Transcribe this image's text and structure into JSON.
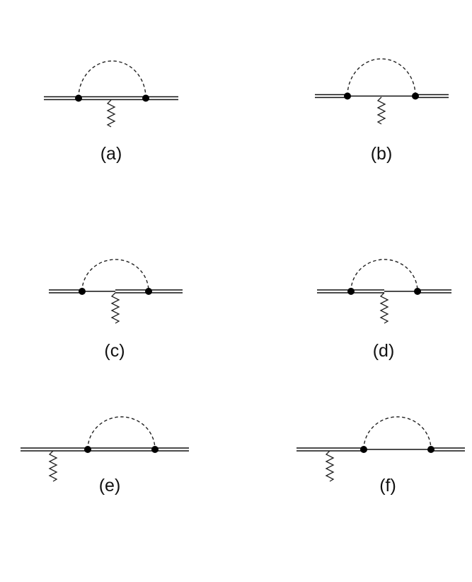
{
  "diagrams": [
    {
      "label": "(a)"
    },
    {
      "label": "(b)"
    },
    {
      "label": "(c)"
    },
    {
      "label": "(d)"
    },
    {
      "label": "(e)"
    },
    {
      "label": "(f)"
    }
  ]
}
